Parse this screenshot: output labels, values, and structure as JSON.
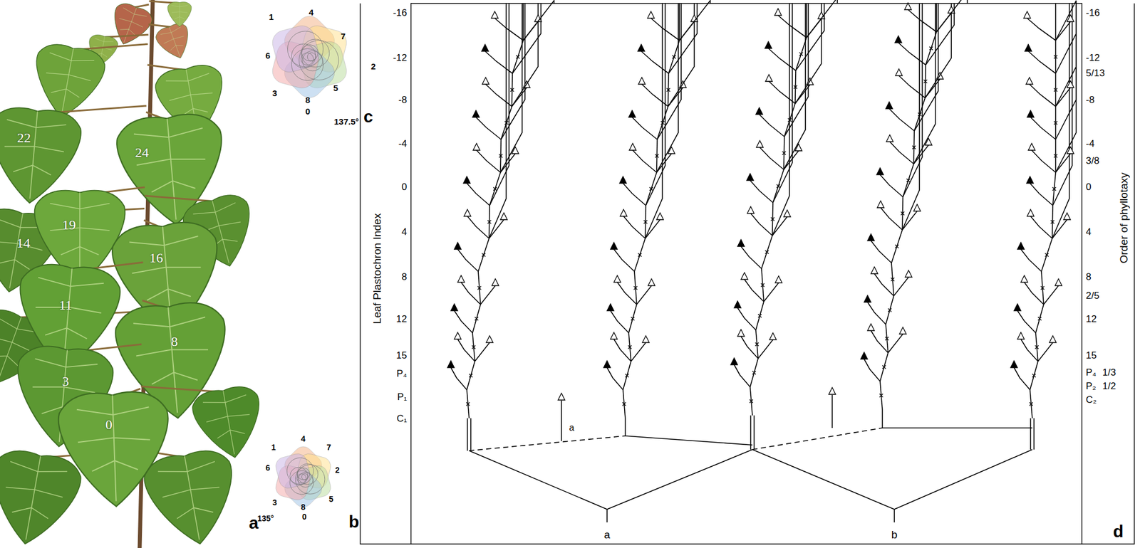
{
  "diagram": {
    "labels": [
      "22",
      "24",
      "14",
      "19",
      "16",
      "11",
      "8",
      "3",
      "0",
      "a",
      "1",
      "4",
      "7",
      "6",
      "2",
      "3",
      "5",
      "8",
      "0",
      "135°",
      "b",
      "1",
      "4",
      "7",
      "6",
      "2",
      "3",
      "5",
      "8",
      "0",
      "137.5°",
      "c",
      "-16",
      "-12",
      "-8",
      "-4",
      "0",
      "4",
      "8",
      "12",
      "15",
      "P₄",
      "P₁",
      "C₁",
      "Leaf Plastochron Index",
      "-16",
      "-12",
      "5/13",
      "-8",
      "-4",
      "3/8",
      "0",
      "4",
      "8",
      "2/5",
      "12",
      "15",
      "P₄",
      "1/3",
      "P₂",
      "1/2",
      "C₂",
      "Order of phyllotaxy",
      "a",
      "b",
      "a",
      "d"
    ]
  }
}
